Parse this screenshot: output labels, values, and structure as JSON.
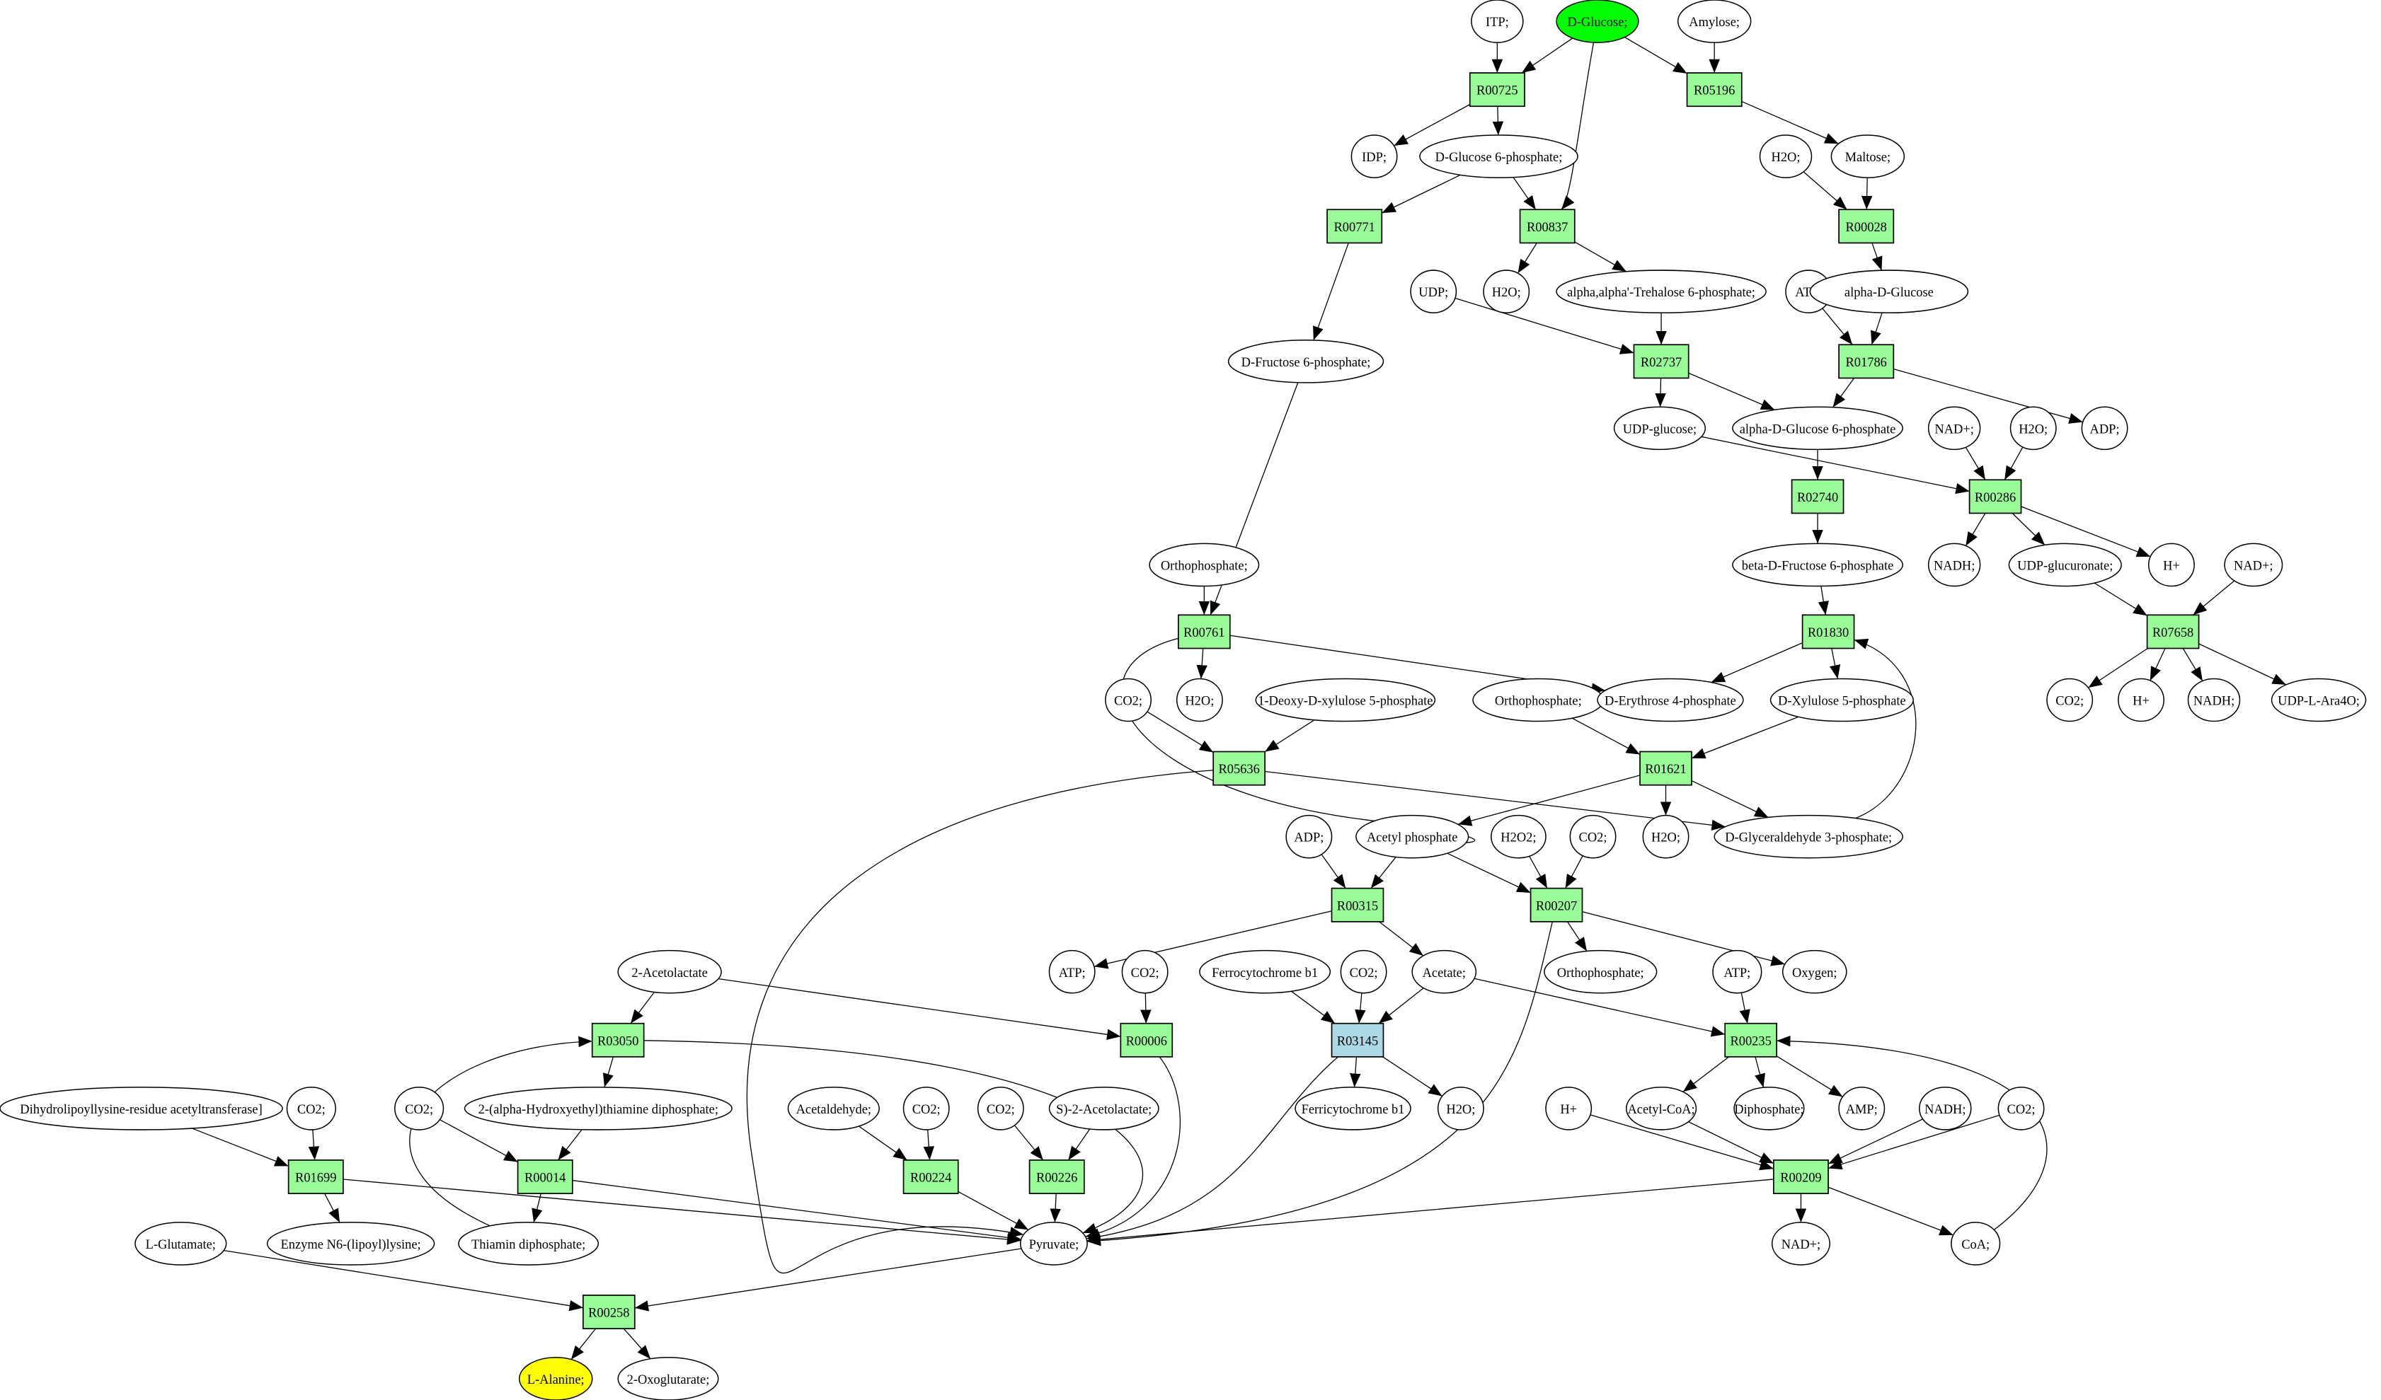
{
  "title": "Metabolic pathway graph: D-Glucose to L-Alanine",
  "colors": {
    "reaction": "#98fb98",
    "reaction_highlight": "#add8e6",
    "source": "#00ff00",
    "target": "#ffff00",
    "compound": "#ffffff"
  },
  "nodes": [
    {
      "id": "itp",
      "label": "ITP;",
      "kind": "compound"
    },
    {
      "id": "dglc",
      "label": "D-Glucose;",
      "kind": "source"
    },
    {
      "id": "amylose",
      "label": "Amylose;",
      "kind": "compound"
    },
    {
      "id": "R00725",
      "label": "R00725",
      "kind": "reaction"
    },
    {
      "id": "R05196",
      "label": "R05196",
      "kind": "reaction"
    },
    {
      "id": "idp",
      "label": "IDP;",
      "kind": "compound"
    },
    {
      "id": "g6p",
      "label": "D-Glucose 6-phosphate;",
      "kind": "compound"
    },
    {
      "id": "h2o_a",
      "label": "H2O;",
      "kind": "compound"
    },
    {
      "id": "maltose",
      "label": "Maltose;",
      "kind": "compound"
    },
    {
      "id": "R00771",
      "label": "R00771",
      "kind": "reaction"
    },
    {
      "id": "R00837",
      "label": "R00837",
      "kind": "reaction"
    },
    {
      "id": "R00028",
      "label": "R00028",
      "kind": "reaction"
    },
    {
      "id": "udp",
      "label": "UDP;",
      "kind": "compound"
    },
    {
      "id": "h2o_b",
      "label": "H2O;",
      "kind": "compound"
    },
    {
      "id": "t6p",
      "label": "alpha,alpha'-Trehalose 6-phosphate;",
      "kind": "compound"
    },
    {
      "id": "atp_a",
      "label": "ATP;",
      "kind": "compound"
    },
    {
      "id": "adglc",
      "label": "alpha-D-Glucose",
      "kind": "compound"
    },
    {
      "id": "f6p",
      "label": "D-Fructose 6-phosphate;",
      "kind": "compound"
    },
    {
      "id": "R02737",
      "label": "R02737",
      "kind": "reaction"
    },
    {
      "id": "R01786",
      "label": "R01786",
      "kind": "reaction"
    },
    {
      "id": "udpglc",
      "label": "UDP-glucose;",
      "kind": "compound"
    },
    {
      "id": "adg6p",
      "label": "alpha-D-Glucose 6-phosphate",
      "kind": "compound"
    },
    {
      "id": "nad_a",
      "label": "NAD+;",
      "kind": "compound"
    },
    {
      "id": "h2o_c",
      "label": "H2O;",
      "kind": "compound"
    },
    {
      "id": "adp_a",
      "label": "ADP;",
      "kind": "compound"
    },
    {
      "id": "R02740",
      "label": "R02740",
      "kind": "reaction"
    },
    {
      "id": "R00286",
      "label": "R00286",
      "kind": "reaction"
    },
    {
      "id": "ortho_a",
      "label": "Orthophosphate;",
      "kind": "compound"
    },
    {
      "id": "bf6p",
      "label": "beta-D-Fructose 6-phosphate",
      "kind": "compound"
    },
    {
      "id": "nadh_a",
      "label": "NADH;",
      "kind": "compound"
    },
    {
      "id": "udpglcu",
      "label": "UDP-glucuronate;",
      "kind": "compound"
    },
    {
      "id": "hp_a",
      "label": "H+",
      "kind": "compound"
    },
    {
      "id": "nad_b",
      "label": "NAD+;",
      "kind": "compound"
    },
    {
      "id": "R00761",
      "label": "R00761",
      "kind": "reaction"
    },
    {
      "id": "R01830",
      "label": "R01830",
      "kind": "reaction"
    },
    {
      "id": "R07658",
      "label": "R07658",
      "kind": "reaction"
    },
    {
      "id": "co2_a",
      "label": "CO2;",
      "kind": "compound"
    },
    {
      "id": "h2o_d",
      "label": "H2O;",
      "kind": "compound"
    },
    {
      "id": "dxp",
      "label": "1-Deoxy-D-xylulose 5-phosphate",
      "kind": "compound"
    },
    {
      "id": "ortho_b",
      "label": "Orthophosphate;",
      "kind": "compound"
    },
    {
      "id": "e4p",
      "label": "D-Erythrose 4-phosphate",
      "kind": "compound"
    },
    {
      "id": "xu5p",
      "label": "D-Xylulose 5-phosphate",
      "kind": "compound"
    },
    {
      "id": "co2_b",
      "label": "CO2;",
      "kind": "compound"
    },
    {
      "id": "hp_b",
      "label": "H+",
      "kind": "compound"
    },
    {
      "id": "nadh_b",
      "label": "NADH;",
      "kind": "compound"
    },
    {
      "id": "udpara",
      "label": "UDP-L-Ara4O;",
      "kind": "compound"
    },
    {
      "id": "R05636",
      "label": "R05636",
      "kind": "reaction"
    },
    {
      "id": "R01621",
      "label": "R01621",
      "kind": "reaction"
    },
    {
      "id": "adp_b",
      "label": "ADP;",
      "kind": "compound"
    },
    {
      "id": "acp",
      "label": "Acetyl phosphate",
      "kind": "compound"
    },
    {
      "id": "h2o2",
      "label": "H2O2;",
      "kind": "compound"
    },
    {
      "id": "co2_c",
      "label": "CO2;",
      "kind": "compound"
    },
    {
      "id": "h2o_e",
      "label": "H2O;",
      "kind": "compound"
    },
    {
      "id": "gap",
      "label": "D-Glyceraldehyde 3-phosphate;",
      "kind": "compound"
    },
    {
      "id": "R00315",
      "label": "R00315",
      "kind": "reaction"
    },
    {
      "id": "R00207",
      "label": "R00207",
      "kind": "reaction"
    },
    {
      "id": "acetolac",
      "label": "2-Acetolactate",
      "kind": "compound"
    },
    {
      "id": "atp_b",
      "label": "ATP;",
      "kind": "compound"
    },
    {
      "id": "co2_d",
      "label": "CO2;",
      "kind": "compound"
    },
    {
      "id": "ferro",
      "label": "Ferrocytochrome b1",
      "kind": "compound"
    },
    {
      "id": "co2_e",
      "label": "CO2;",
      "kind": "compound"
    },
    {
      "id": "acetate",
      "label": "Acetate;",
      "kind": "compound"
    },
    {
      "id": "ortho_c",
      "label": "Orthophosphate;",
      "kind": "compound"
    },
    {
      "id": "atp_c",
      "label": "ATP;",
      "kind": "compound"
    },
    {
      "id": "oxygen",
      "label": "Oxygen;",
      "kind": "compound"
    },
    {
      "id": "R03050",
      "label": "R03050",
      "kind": "reaction"
    },
    {
      "id": "R00006",
      "label": "R00006",
      "kind": "reaction"
    },
    {
      "id": "R03145",
      "label": "R03145",
      "kind": "reaction_highlight"
    },
    {
      "id": "R00235",
      "label": "R00235",
      "kind": "reaction"
    },
    {
      "id": "dlat",
      "label": "Dihydrolipoyllysine-residue acetyltransferase]",
      "kind": "compound"
    },
    {
      "id": "co2_f",
      "label": "CO2;",
      "kind": "compound"
    },
    {
      "id": "co2_g",
      "label": "CO2;",
      "kind": "compound"
    },
    {
      "id": "hethpp",
      "label": "2-(alpha-Hydroxyethyl)thiamine diphosphate;",
      "kind": "compound"
    },
    {
      "id": "acetald",
      "label": "Acetaldehyde;",
      "kind": "compound"
    },
    {
      "id": "co2_h",
      "label": "CO2;",
      "kind": "compound"
    },
    {
      "id": "co2_i",
      "label": "CO2;",
      "kind": "compound"
    },
    {
      "id": "sacetolac",
      "label": "S)-2-Acetolactate;",
      "kind": "compound"
    },
    {
      "id": "ferri",
      "label": "Ferricytochrome b1",
      "kind": "compound"
    },
    {
      "id": "h2o_f",
      "label": "H2O;",
      "kind": "compound"
    },
    {
      "id": "hp_c",
      "label": "H+",
      "kind": "compound"
    },
    {
      "id": "accoa",
      "label": "Acetyl-CoA;",
      "kind": "compound"
    },
    {
      "id": "diphos",
      "label": "Diphosphate;",
      "kind": "compound"
    },
    {
      "id": "amp",
      "label": "AMP;",
      "kind": "compound"
    },
    {
      "id": "nadh_c",
      "label": "NADH;",
      "kind": "compound"
    },
    {
      "id": "co2_j",
      "label": "CO2;",
      "kind": "compound"
    },
    {
      "id": "R01699",
      "label": "R01699",
      "kind": "reaction"
    },
    {
      "id": "R00014",
      "label": "R00014",
      "kind": "reaction"
    },
    {
      "id": "R00224",
      "label": "R00224",
      "kind": "reaction"
    },
    {
      "id": "R00226",
      "label": "R00226",
      "kind": "reaction"
    },
    {
      "id": "R00209",
      "label": "R00209",
      "kind": "reaction"
    },
    {
      "id": "lglu",
      "label": "L-Glutamate;",
      "kind": "compound"
    },
    {
      "id": "lipoyl",
      "label": "Enzyme N6-(lipoyl)lysine;",
      "kind": "compound"
    },
    {
      "id": "tpp",
      "label": "Thiamin diphosphate;",
      "kind": "compound"
    },
    {
      "id": "pyr",
      "label": "Pyruvate;",
      "kind": "compound"
    },
    {
      "id": "nad_c",
      "label": "NAD+;",
      "kind": "compound"
    },
    {
      "id": "coa",
      "label": "CoA;",
      "kind": "compound"
    },
    {
      "id": "R00258",
      "label": "R00258",
      "kind": "reaction"
    },
    {
      "id": "lala",
      "label": "L-Alanine;",
      "kind": "target"
    },
    {
      "id": "oxoglu",
      "label": "2-Oxoglutarate;",
      "kind": "compound"
    }
  ],
  "edges": [
    [
      "itp",
      "R00725"
    ],
    [
      "dglc",
      "R00725"
    ],
    [
      "dglc",
      "R05196"
    ],
    [
      "amylose",
      "R05196"
    ],
    [
      "dglc",
      "R00837"
    ],
    [
      "R00725",
      "idp"
    ],
    [
      "R00725",
      "g6p"
    ],
    [
      "R05196",
      "maltose"
    ],
    [
      "g6p",
      "R00771"
    ],
    [
      "g6p",
      "R00837"
    ],
    [
      "h2o_a",
      "R00028"
    ],
    [
      "maltose",
      "R00028"
    ],
    [
      "R00837",
      "h2o_b"
    ],
    [
      "R00837",
      "t6p"
    ],
    [
      "R00028",
      "adglc"
    ],
    [
      "R00771",
      "f6p"
    ],
    [
      "udp",
      "R02737"
    ],
    [
      "t6p",
      "R02737"
    ],
    [
      "atp_a",
      "R01786"
    ],
    [
      "adglc",
      "R01786"
    ],
    [
      "R02737",
      "udpglc"
    ],
    [
      "R02737",
      "adg6p"
    ],
    [
      "R01786",
      "adg6p"
    ],
    [
      "R01786",
      "adp_a"
    ],
    [
      "adg6p",
      "R02740"
    ],
    [
      "udpglc",
      "R00286"
    ],
    [
      "nad_a",
      "R00286"
    ],
    [
      "h2o_c",
      "R00286"
    ],
    [
      "R02740",
      "bf6p"
    ],
    [
      "R00286",
      "nadh_a"
    ],
    [
      "R00286",
      "udpglcu"
    ],
    [
      "R00286",
      "hp_a"
    ],
    [
      "ortho_a",
      "R00761"
    ],
    [
      "f6p",
      "R00761"
    ],
    [
      "bf6p",
      "R01830"
    ],
    [
      "udpglcu",
      "R07658"
    ],
    [
      "nad_b",
      "R07658"
    ],
    [
      "R00761",
      "h2o_d"
    ],
    [
      "R00761",
      "e4p"
    ],
    [
      "R00761",
      "acp"
    ],
    [
      "R01830",
      "e4p"
    ],
    [
      "R01830",
      "xu5p"
    ],
    [
      "R07658",
      "co2_b"
    ],
    [
      "R07658",
      "hp_b"
    ],
    [
      "R07658",
      "nadh_b"
    ],
    [
      "R07658",
      "udpara"
    ],
    [
      "co2_a",
      "R05636"
    ],
    [
      "dxp",
      "R05636"
    ],
    [
      "ortho_b",
      "R01621"
    ],
    [
      "xu5p",
      "R01621"
    ],
    [
      "R05636",
      "gap"
    ],
    [
      "R05636",
      "pyr"
    ],
    [
      "R01621",
      "acp"
    ],
    [
      "R01621",
      "h2o_e"
    ],
    [
      "R01621",
      "gap"
    ],
    [
      "gap",
      "R01830"
    ],
    [
      "adp_b",
      "R00315"
    ],
    [
      "acp",
      "R00315"
    ],
    [
      "acp",
      "R00207"
    ],
    [
      "h2o2",
      "R00207"
    ],
    [
      "co2_c",
      "R00207"
    ],
    [
      "R00315",
      "atp_b"
    ],
    [
      "R00315",
      "acetate"
    ],
    [
      "R00207",
      "ortho_c"
    ],
    [
      "R00207",
      "oxygen"
    ],
    [
      "R00207",
      "pyr"
    ],
    [
      "acetolac",
      "R03050"
    ],
    [
      "acetolac",
      "R00006"
    ],
    [
      "co2_d",
      "R00006"
    ],
    [
      "ferro",
      "R03145"
    ],
    [
      "co2_e",
      "R03145"
    ],
    [
      "acetate",
      "R03145"
    ],
    [
      "acetate",
      "R00235"
    ],
    [
      "atp_c",
      "R00235"
    ],
    [
      "coa",
      "R00235"
    ],
    [
      "R03050",
      "hethpp"
    ],
    [
      "R03050",
      "pyr"
    ],
    [
      "R00006",
      "pyr"
    ],
    [
      "R03145",
      "ferri"
    ],
    [
      "R03145",
      "h2o_f"
    ],
    [
      "R03145",
      "pyr"
    ],
    [
      "R00235",
      "accoa"
    ],
    [
      "R00235",
      "diphos"
    ],
    [
      "R00235",
      "amp"
    ],
    [
      "dlat",
      "R01699"
    ],
    [
      "co2_f",
      "R01699"
    ],
    [
      "co2_g",
      "R00014"
    ],
    [
      "hethpp",
      "R00014"
    ],
    [
      "acetald",
      "R00224"
    ],
    [
      "co2_h",
      "R00224"
    ],
    [
      "co2_i",
      "R00226"
    ],
    [
      "sacetolac",
      "R00226"
    ],
    [
      "hp_c",
      "R00209"
    ],
    [
      "accoa",
      "R00209"
    ],
    [
      "nadh_c",
      "R00209"
    ],
    [
      "co2_j",
      "R00209"
    ],
    [
      "R01699",
      "lipoyl"
    ],
    [
      "R01699",
      "pyr"
    ],
    [
      "R00014",
      "tpp"
    ],
    [
      "R00014",
      "pyr"
    ],
    [
      "tpp",
      "R03050"
    ],
    [
      "R00224",
      "pyr"
    ],
    [
      "R00226",
      "pyr"
    ],
    [
      "R00209",
      "pyr"
    ],
    [
      "R00209",
      "nad_c"
    ],
    [
      "R00209",
      "coa"
    ],
    [
      "lglu",
      "R00258"
    ],
    [
      "pyr",
      "R00258"
    ],
    [
      "R00258",
      "lala"
    ],
    [
      "R00258",
      "oxoglu"
    ]
  ]
}
